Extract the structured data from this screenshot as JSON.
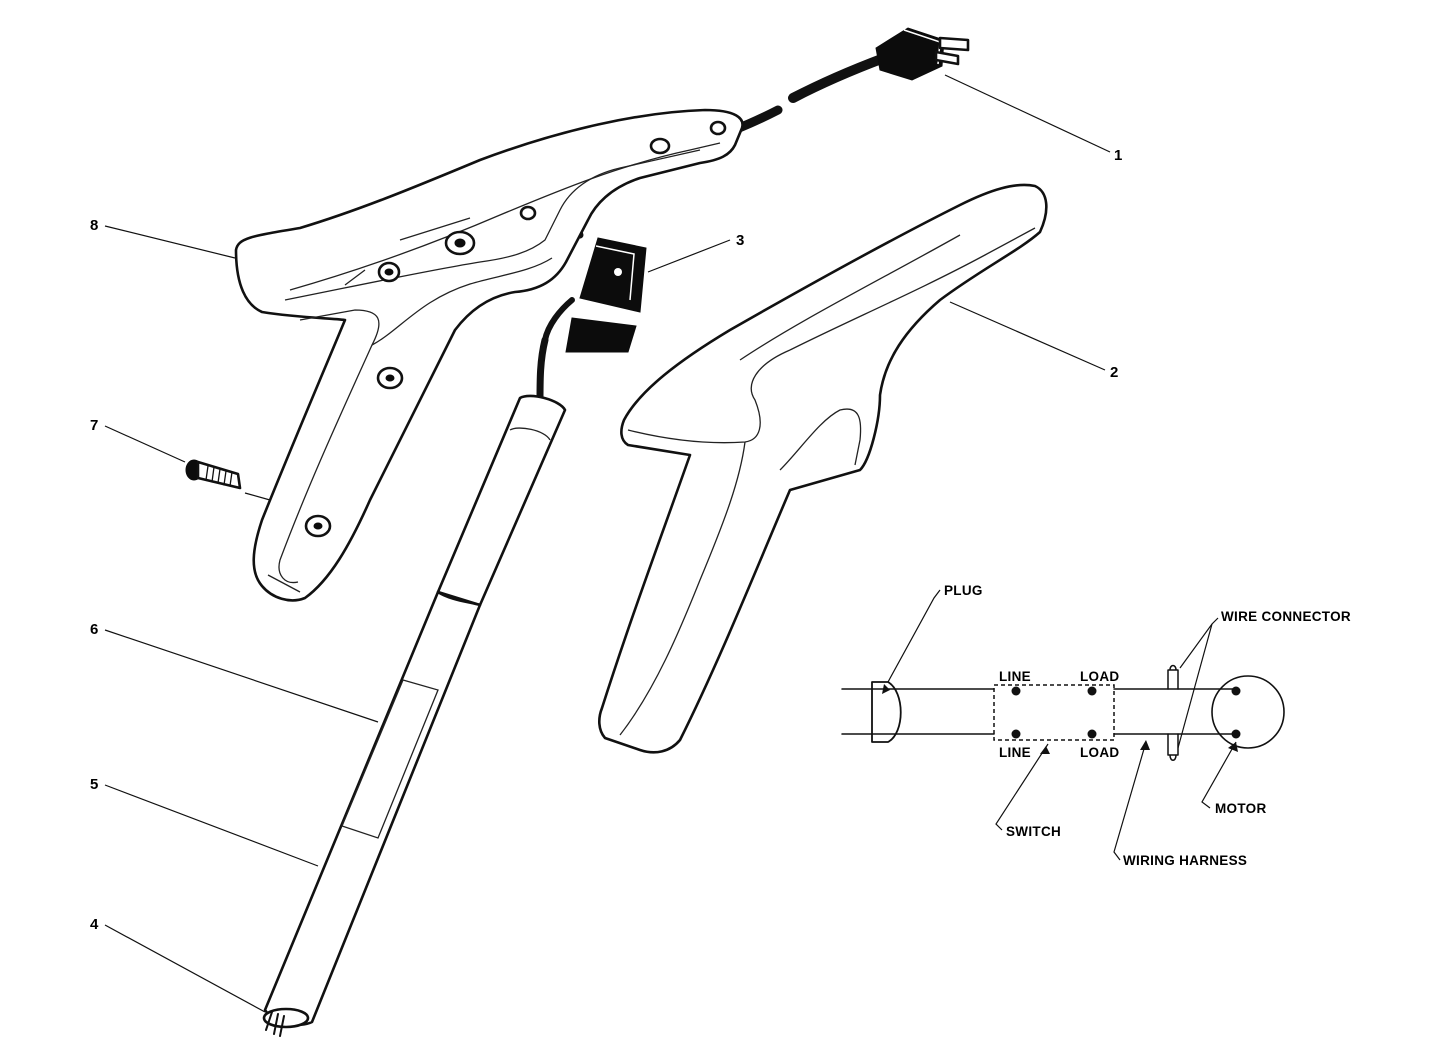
{
  "callouts": {
    "n1": "1",
    "n2": "2",
    "n3": "3",
    "n4": "4",
    "n5": "5",
    "n6": "6",
    "n7": "7",
    "n8": "8"
  },
  "wiring": {
    "plug": "PLUG",
    "wire_connector": "WIRE CONNECTOR",
    "line_top": "LINE",
    "load_top": "LOAD",
    "line_bottom": "LINE",
    "load_bottom": "LOAD",
    "switch": "SWITCH",
    "wiring_harness": "WIRING HARNESS",
    "motor": "MOTOR"
  }
}
